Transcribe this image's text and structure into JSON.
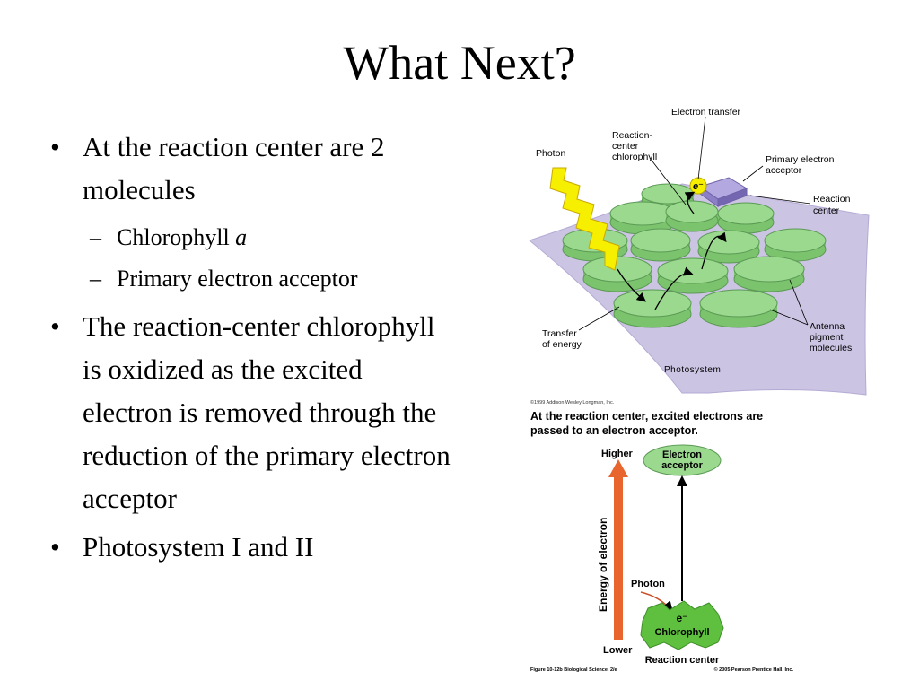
{
  "slide": {
    "title": "What Next?"
  },
  "bullets": {
    "b1": {
      "text": "At the reaction center are 2 molecules"
    },
    "b1_sub": [
      {
        "text": "Chlorophyll ",
        "italic": "a"
      },
      {
        "text": "Primary electron acceptor"
      }
    ],
    "b2": {
      "text": "The reaction-center chlorophyll is oxidized as the excited electron is removed through the reduction of the primary electron acceptor"
    },
    "b3": {
      "text": "Photosystem I and II"
    },
    "bullet_glyph": "•",
    "dash_glyph": "–"
  },
  "figure_top": {
    "labels": {
      "electron_transfer": "Electron transfer",
      "reaction_center_chlorophyll": [
        "Reaction-",
        "center",
        "chlorophyll"
      ],
      "photon": "Photon",
      "primary_electron_acceptor": [
        "Primary electron",
        "acceptor"
      ],
      "reaction_center": [
        "Reaction",
        "center"
      ],
      "transfer_of_energy": [
        "Transfer",
        "of energy"
      ],
      "antenna_pigment_molecules": [
        "Antenna",
        "pigment",
        "molecules"
      ],
      "photosystem": "Photosystem",
      "electron_symbol": "e⁻"
    },
    "colors": {
      "membrane": "#ccc4e3",
      "disk": "#9bd98f",
      "disk_edge": "#5b9a55",
      "photon": "#f7ef00",
      "acceptor": "#9c8fd1"
    }
  },
  "figure_bottom": {
    "copyright": "©1999 Addison Wesley Longman, Inc.",
    "caption": [
      "At the reaction center, excited electrons are",
      "passed to an electron acceptor."
    ],
    "higher": "Higher",
    "lower": "Lower",
    "axis_label": "Energy of electron",
    "electron_acceptor": [
      "Electron",
      "acceptor"
    ],
    "photon": "Photon",
    "electron": "e⁻",
    "chlorophyll": "Chlorophyll",
    "reaction_center": "Reaction center",
    "figure_ref": "Figure 10-12b  Biological Science, 2/e",
    "copyright2": "© 2005 Pearson Prentice Hall, Inc.",
    "colors": {
      "energy_arrow": "#e8662e",
      "acceptor": "#9bd98f",
      "chlorophyll": "#5fbf3f"
    }
  }
}
